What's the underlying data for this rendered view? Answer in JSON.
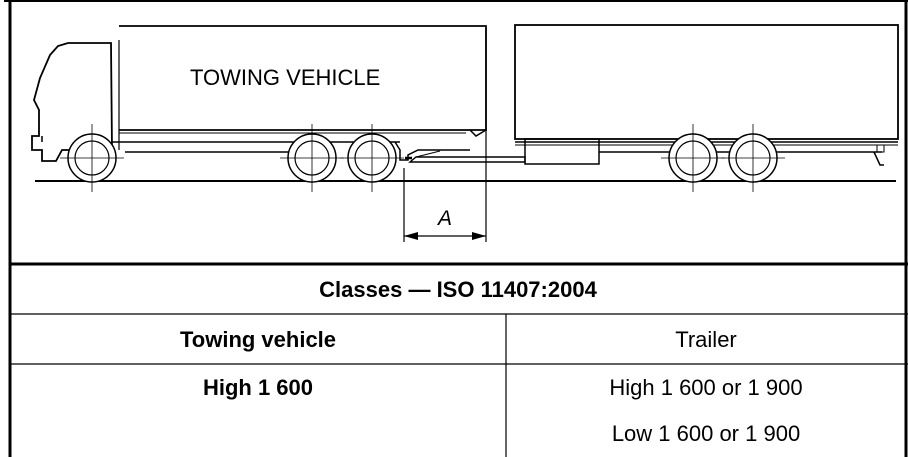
{
  "drawing": {
    "towing_label": "TOWING VEHICLE",
    "dimension_label": "A"
  },
  "table": {
    "caption": "Classes — ISO 11407:2004",
    "headers": [
      "Towing vehicle",
      "Trailer"
    ],
    "rows": [
      {
        "towing": "High 1 600",
        "trailer": "High 1 600 or 1 900"
      },
      {
        "towing": "",
        "trailer": "Low 1 600 or 1 900"
      }
    ]
  }
}
